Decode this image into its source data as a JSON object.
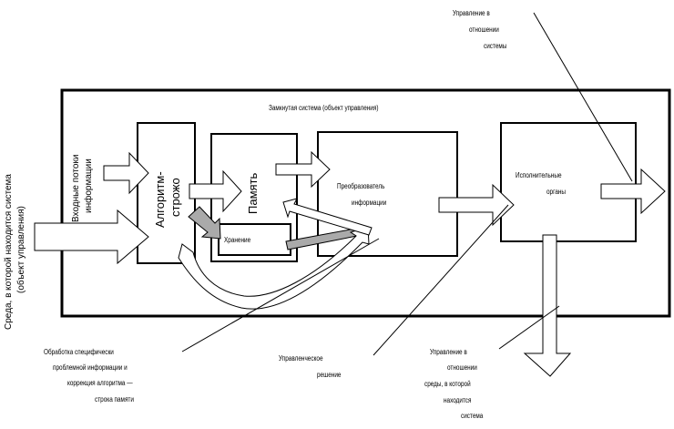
{
  "labels": {
    "top_right": [
      "Управление в",
      "отношении",
      "системы"
    ],
    "closed_system": "Замкнутая система (объект управления)",
    "environment": [
      "Среда, в которой находится система",
      "(объект управления)"
    ],
    "input_flows": [
      "Входные потоки",
      "информации"
    ],
    "algorithm": [
      "Алгоритм-",
      "строжо"
    ],
    "memory": "Память",
    "memory_sub": "Хранение",
    "converter": [
      "Преобразователь",
      "информации"
    ],
    "executive": [
      "Исполнительные",
      "органы"
    ],
    "processing": [
      "Обработка специфически",
      "проблемной информации и",
      "коррекция алгоритма —",
      "строка памяти"
    ],
    "decision": [
      "Управленческое",
      "решение"
    ],
    "env_control": [
      "Управление в",
      "отношении",
      "среды, в которой",
      "находится",
      "система"
    ]
  }
}
